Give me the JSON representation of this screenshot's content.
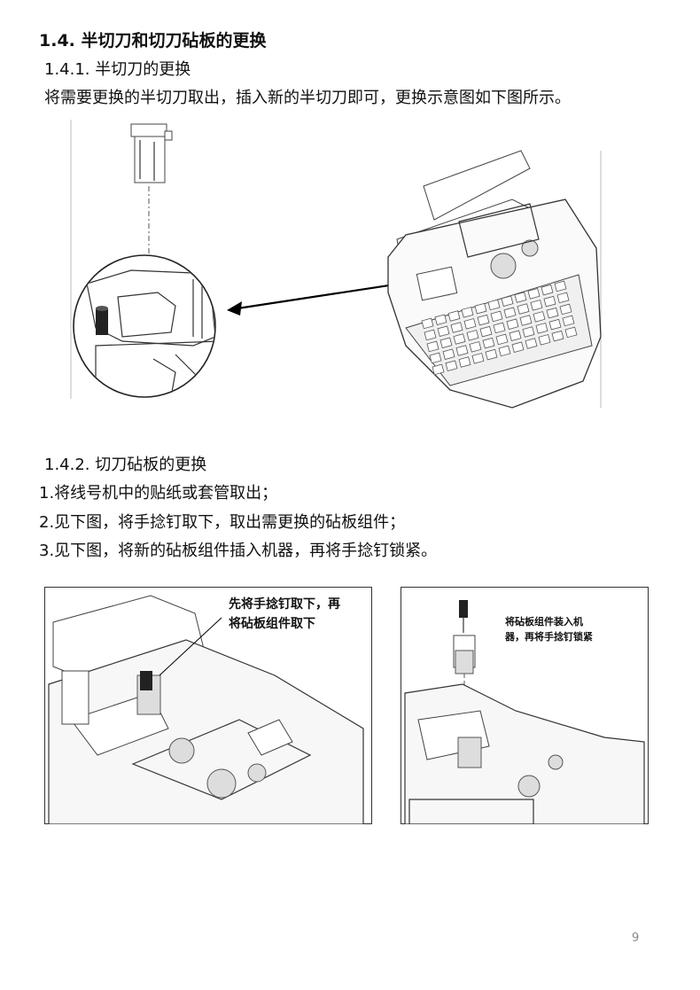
{
  "section": {
    "heading": "1.4. 半切刀和切刀砧板的更换",
    "sub1": {
      "heading": "1.4.1. 半切刀的更换",
      "text": "将需要更换的半切刀取出，插入新的半切刀即可，更换示意图如下图所示。"
    },
    "sub2": {
      "heading": "1.4.2. 切刀砧板的更换",
      "steps": [
        "1.将线号机中的贴纸或套管取出；",
        "2.见下图，将手捻钉取下，取出需更换的砧板组件；",
        "3.见下图，将新的砧板组件插入机器，再将手捻钉锁紧。"
      ]
    }
  },
  "figures": {
    "left_caption_line1": "先将手捻钉取下，再",
    "left_caption_line2": "将砧板组件取下",
    "right_caption_line1": "将砧板组件装入机",
    "right_caption_line2": "器，再将手捻钉锁紧"
  },
  "page_number": "9"
}
